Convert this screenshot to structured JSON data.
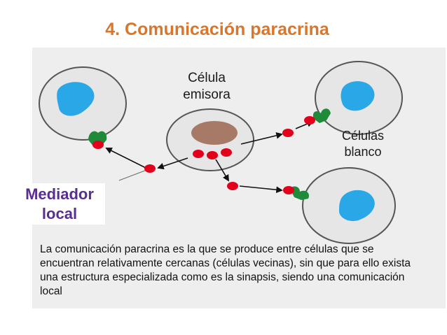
{
  "title": "4. Comunicación paracrina",
  "labels": {
    "sender_cell_line1": "Célula",
    "sender_cell_line2": "emisora",
    "target_cells_line1": "Células",
    "target_cells_line2": "blanco",
    "mediator_line1": "Mediador",
    "mediator_line2": "local"
  },
  "description": "La comunicación paracrina es la que se produce entre células que se encuentran relativamente cercanas (células vecinas), sin que para ello exista una estructura especializada como es la sinapsis, siendo una comunicación local",
  "colors": {
    "title": "#d9762b",
    "mediator": "#5a2d91",
    "cell_fill": "#e6e6e6",
    "cell_stroke": "#555555",
    "nucleus_target": "#2aa7e6",
    "nucleus_sender": "#a77a68",
    "molecule": "#e2001a",
    "receptor": "#1f8a3a",
    "panel_bg": "#eeeeee"
  }
}
